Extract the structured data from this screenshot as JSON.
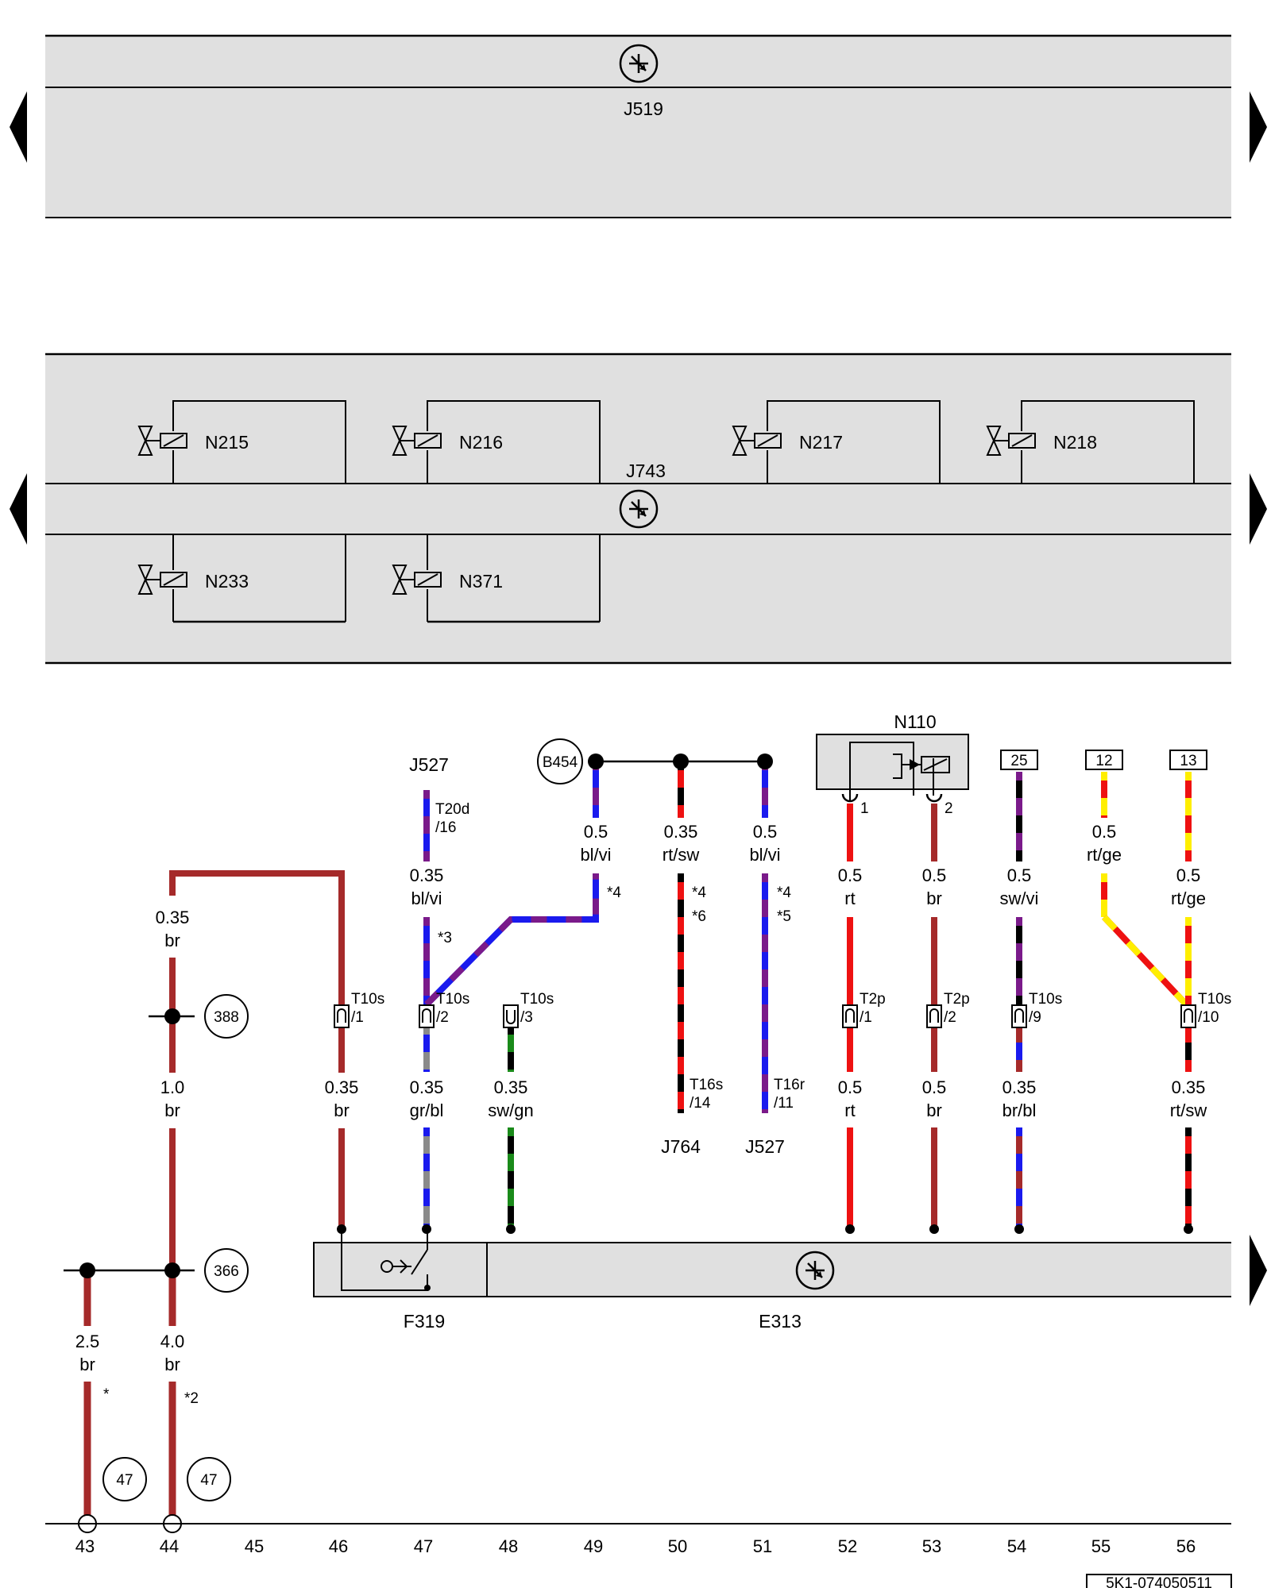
{
  "panels": {
    "top_module": "J519",
    "middle_module": "J743",
    "valves": [
      "N215",
      "N216",
      "N217",
      "N218",
      "N233",
      "N371"
    ]
  },
  "components": {
    "j527_top": "J527",
    "b454": "B454",
    "n110": "N110",
    "j764": "J764",
    "j527_bottom": "J527",
    "f319": "F319",
    "e313": "E313"
  },
  "ground_points": [
    "388",
    "366",
    "47",
    "47"
  ],
  "boxed_refs": [
    "25",
    "12",
    "13"
  ],
  "wires": [
    {
      "size": "0.35",
      "color": "br"
    },
    {
      "size": "1.0",
      "color": "br"
    },
    {
      "size": "2.5",
      "color": "br"
    },
    {
      "size": "4.0",
      "color": "br"
    },
    {
      "size": "0.35",
      "color": "br"
    },
    {
      "size": "0.35",
      "color": "bl/vi"
    },
    {
      "size": "0.35",
      "color": "gr/bl"
    },
    {
      "size": "0.35",
      "color": "sw/gn"
    },
    {
      "size": "0.5",
      "color": "bl/vi"
    },
    {
      "size": "0.35",
      "color": "rt/sw"
    },
    {
      "size": "0.5",
      "color": "bl/vi"
    },
    {
      "size": "0.5",
      "color": "rt"
    },
    {
      "size": "0.5",
      "color": "rt"
    },
    {
      "size": "0.5",
      "color": "br"
    },
    {
      "size": "0.5",
      "color": "br"
    },
    {
      "size": "0.5",
      "color": "sw/vi"
    },
    {
      "size": "0.35",
      "color": "br/bl"
    },
    {
      "size": "0.5",
      "color": "rt/ge"
    },
    {
      "size": "0.5",
      "color": "rt/ge"
    },
    {
      "size": "0.35",
      "color": "rt/sw"
    }
  ],
  "connectors": [
    {
      "name": "T20d",
      "pin": "/16"
    },
    {
      "name": "T10s",
      "pin": "/1"
    },
    {
      "name": "T10s",
      "pin": "/2"
    },
    {
      "name": "T10s",
      "pin": "/3"
    },
    {
      "name": "T16s",
      "pin": "/14"
    },
    {
      "name": "T16r",
      "pin": "/11"
    },
    {
      "name": "T2p",
      "pin": "/1"
    },
    {
      "name": "T2p",
      "pin": "/2"
    },
    {
      "name": "T10s",
      "pin": "/9"
    },
    {
      "name": "T10s",
      "pin": "/10"
    }
  ],
  "pins": [
    "1",
    "2"
  ],
  "footnotes": [
    "*",
    "*2",
    "*3",
    "*4",
    "*4",
    "*6",
    "*4",
    "*5"
  ],
  "ruler": [
    "43",
    "44",
    "45",
    "46",
    "47",
    "48",
    "49",
    "50",
    "51",
    "52",
    "53",
    "54",
    "55",
    "56"
  ],
  "doc_id": "5K1-074050511",
  "colors": {
    "panel_fill": "#e0e0e0",
    "br": "#a52a2a",
    "rt": "#ee1111",
    "bl": "#1a1aee",
    "vi": "#7a1a8a",
    "sw": "#000000",
    "gr": "#8a8a8a",
    "gn": "#1a8a1a",
    "ge": "#ffee00"
  }
}
